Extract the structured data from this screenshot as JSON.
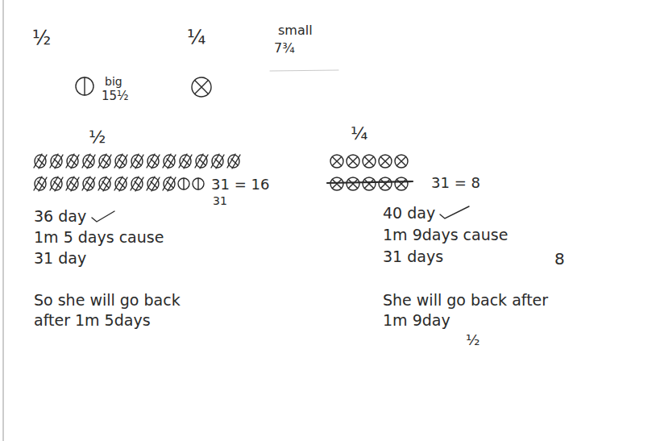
{
  "diagram": {
    "labels": [
      "½",
      "¼",
      "small",
      "7¾",
      "big",
      "15½",
      "½",
      "¼",
      "31 = 16",
      "31",
      "36 day",
      "1m 5 days cause",
      "31 day",
      "So she will go back after 1m 5days",
      "31 = 8",
      "40 day",
      "1m 9days cause",
      "31 days",
      "8",
      "She will go back after 1m 9day",
      "½"
    ]
  }
}
